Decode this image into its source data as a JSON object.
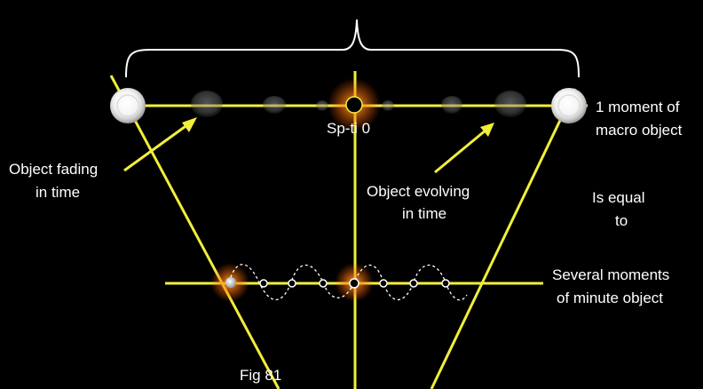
{
  "labels": {
    "origin": "Sp-ti 0",
    "moment_macro_line1": "1 moment of",
    "moment_macro_line2": "macro object",
    "fading_line1": "Object fading",
    "fading_line2": "in time",
    "evolving_line1": "Object evolving",
    "evolving_line2": "in time",
    "equal_line1": "Is equal",
    "equal_line2": "to",
    "minute_line1": "Several moments",
    "minute_line2": "of minute object",
    "figure": "Fig 81"
  },
  "colors": {
    "background": "#000000",
    "axis_line": "#f2ee3a",
    "text": "#ffffff",
    "glow": "#ff8a1e",
    "bracket": "#ffffff"
  }
}
